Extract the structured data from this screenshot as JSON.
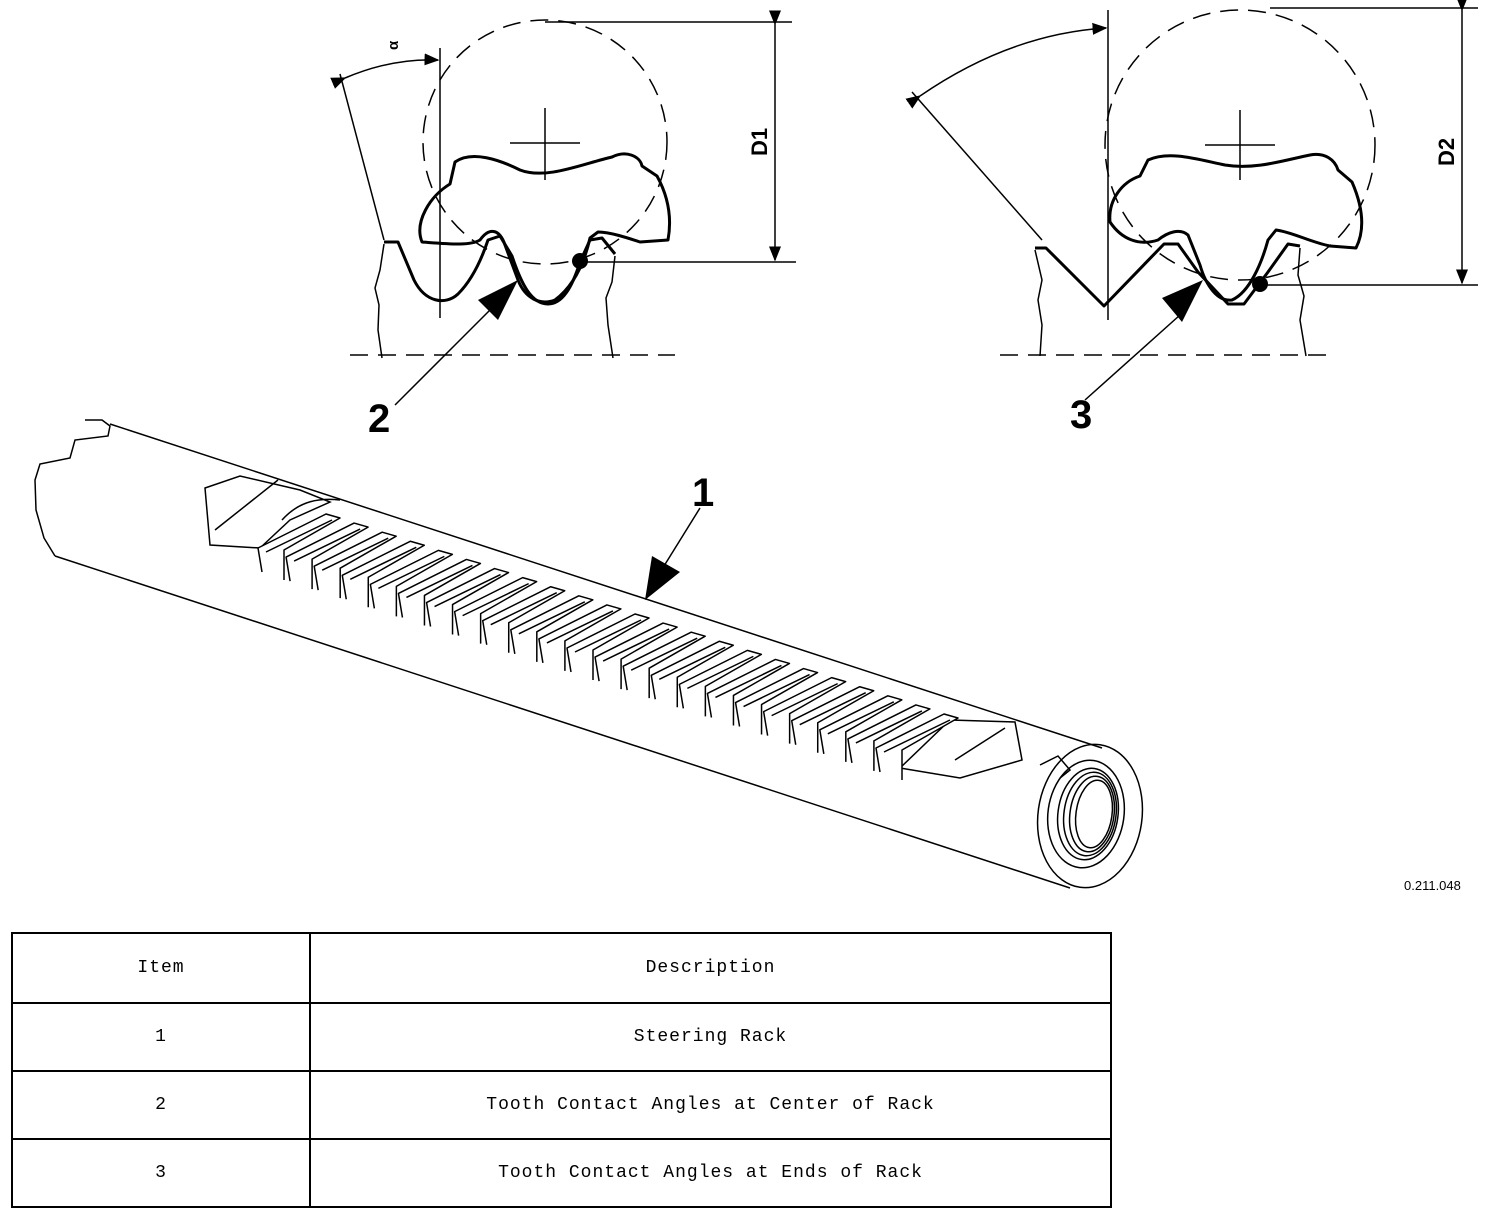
{
  "callouts": {
    "rack": "1",
    "center": "2",
    "ends": "3"
  },
  "dimensions": {
    "d1": "D1",
    "d2": "D2",
    "angle": "α"
  },
  "figure_code": "0.211.048",
  "table": {
    "headers": {
      "item": "Item",
      "description": "Description"
    },
    "rows": [
      {
        "item": "1",
        "description": "Steering Rack"
      },
      {
        "item": "2",
        "description": "Tooth Contact Angles at Center of Rack"
      },
      {
        "item": "3",
        "description": "Tooth Contact Angles at Ends of Rack"
      }
    ]
  }
}
